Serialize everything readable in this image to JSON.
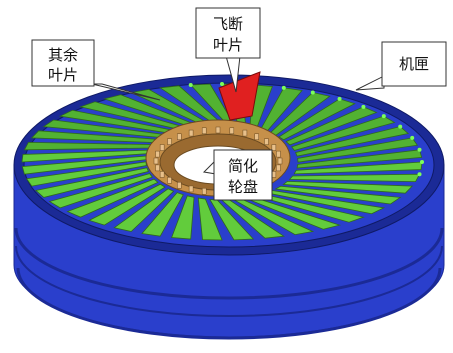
{
  "labels": {
    "other_blades": {
      "line1": "其余",
      "line2": "叶片"
    },
    "failed_blade": {
      "line1": "飞断",
      "line2": "叶片"
    },
    "casing": {
      "text": "机匣"
    },
    "simplified_disk": {
      "line1": "简化",
      "line2": "轮盘"
    }
  },
  "colors": {
    "casing": "#2a3fcc",
    "casing_dark": "#1b2a96",
    "blade": "#62cc3c",
    "blade_edge": "#2f6a1a",
    "failed_blade": "#e02020",
    "disk": "#c6904a",
    "node": "#7cff5a"
  },
  "blade_count": 40
}
